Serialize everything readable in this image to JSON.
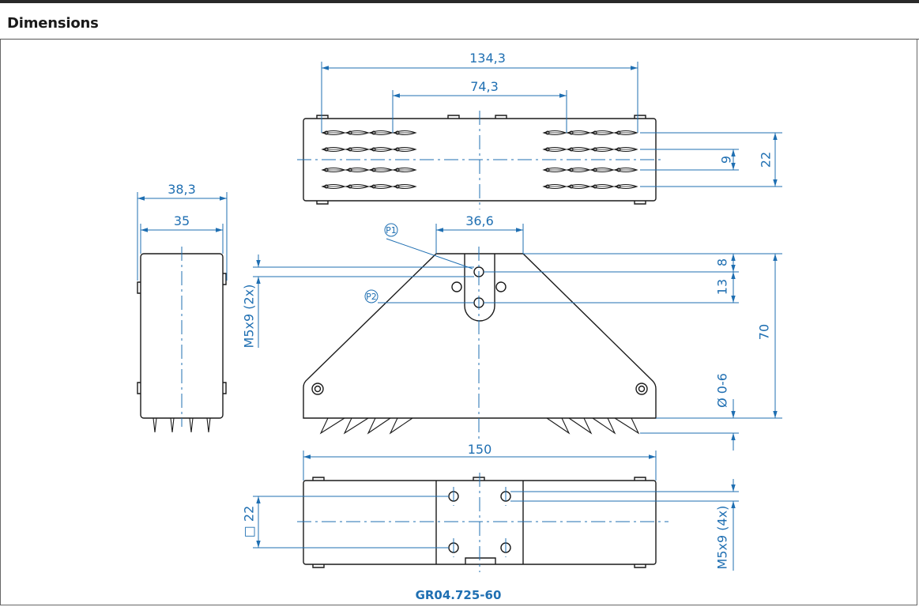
{
  "header": {
    "title": "Dimensions"
  },
  "drawing": {
    "part_number": "GR04.725-60",
    "dimensions": {
      "top_overall_width": "134,3",
      "top_inner_width": "74,3",
      "top_row_pitch": "9",
      "top_row_span": "22",
      "side_outer_width": "38,3",
      "side_inner_width": "35",
      "front_mount_width": "36,6",
      "front_thread": "M5x9 (2x)",
      "front_offset_8": "8",
      "front_offset_13": "13",
      "front_height": "70",
      "front_diameter": "Ø 0-6",
      "bottom_width": "150",
      "bottom_square": "□ 22",
      "bottom_thread": "M5x9 (4x)"
    },
    "labels": {
      "p1": "P1",
      "p2": "P2"
    }
  },
  "colors": {
    "dimension": "#1f6fb2",
    "outline": "#1a1a1a"
  }
}
